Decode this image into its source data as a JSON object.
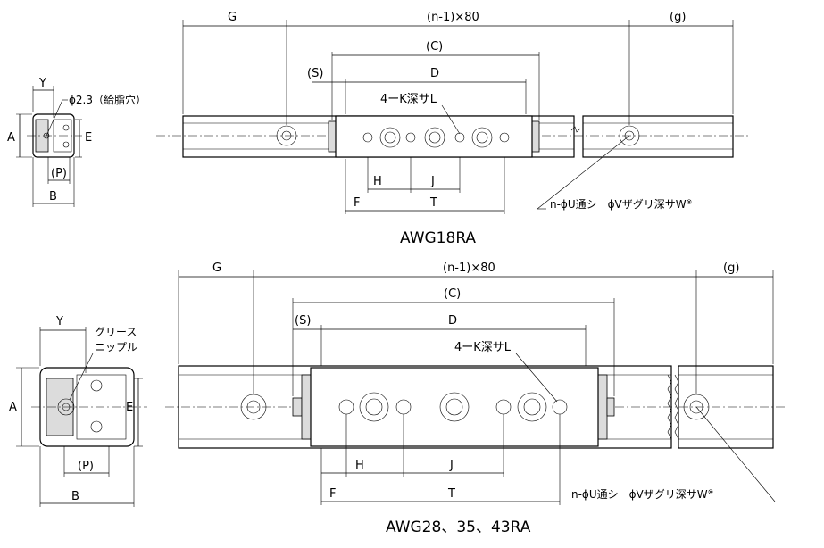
{
  "top": {
    "title": "AWG18RA",
    "dim_G": "G",
    "dim_pitch": "(n-1)×80",
    "dim_g": "(g)",
    "dim_C": "(C)",
    "dim_S": "(S)",
    "dim_D": "D",
    "dim_H": "H",
    "dim_J": "J",
    "dim_F": "F",
    "dim_T": "T",
    "tap_note": "4ーK深サL",
    "hole_note": "n-ϕU通シ　ϕVザグリ深サW",
    "hole_note_mark": "※",
    "side_Y": "Y",
    "side_A": "A",
    "side_E": "E",
    "side_P": "(P)",
    "side_B": "B",
    "grease_hole": "ϕ2.3（給脂穴）"
  },
  "bottom": {
    "title": "AWG28、35、43RA",
    "dim_G": "G",
    "dim_pitch": "(n-1)×80",
    "dim_g": "(g)",
    "dim_C": "(C)",
    "dim_S": "(S)",
    "dim_D": "D",
    "dim_H": "H",
    "dim_J": "J",
    "dim_F": "F",
    "dim_T": "T",
    "tap_note": "4ーK深サL",
    "hole_note": "n-ϕU通シ　ϕVザグリ深サW",
    "hole_note_mark": "※",
    "side_Y": "Y",
    "side_A": "A",
    "side_E": "E",
    "side_P": "(P)",
    "side_B": "B",
    "grease_nipple_line1": "グリース",
    "grease_nipple_line2": "ニップル"
  }
}
